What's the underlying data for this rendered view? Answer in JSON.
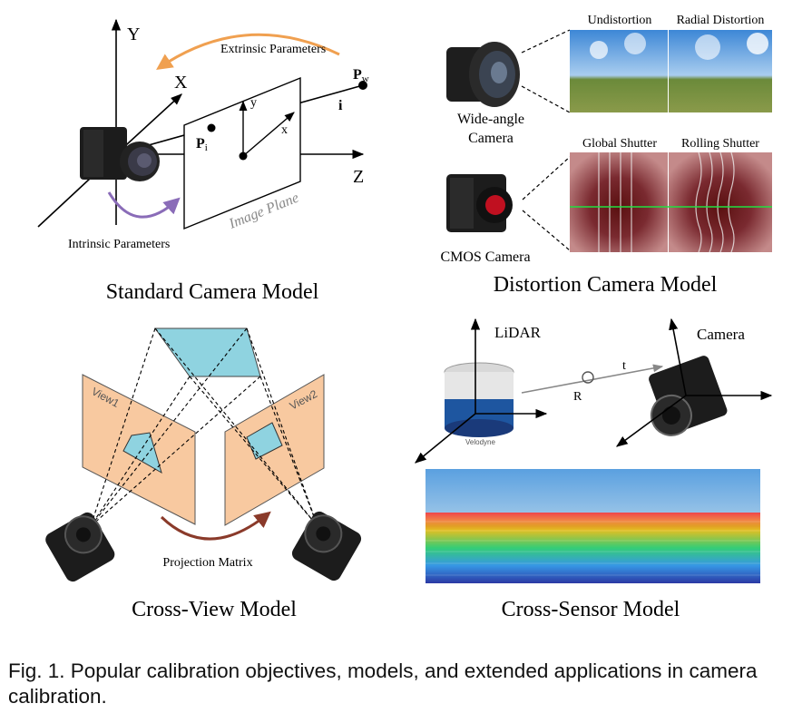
{
  "standard": {
    "title": "Standard Camera Model",
    "axis_y": "Y",
    "axis_x": "X",
    "axis_z": "Z",
    "extrinsic": "Extrinsic Parameters",
    "intrinsic": "Intrinsic Parameters",
    "image_plane": "Image Plane",
    "pw_main": "P",
    "pw_sub": "w",
    "pi_main": "P",
    "pi_sub": "i",
    "i_label": "i",
    "small_y": "y",
    "small_x": "x"
  },
  "distortion": {
    "title": "Distortion Camera Model",
    "undistortion": "Undistortion",
    "radial": "Radial Distortion",
    "wide_angle_1": "Wide-angle",
    "wide_angle_2": "Camera",
    "global_shutter": "Global Shutter",
    "rolling_shutter": "Rolling Shutter",
    "cmos": "CMOS Camera"
  },
  "crossview": {
    "title": "Cross-View Model",
    "view1": "View1",
    "view2": "View2",
    "projection": "Projection Matrix"
  },
  "crosssensor": {
    "title": "Cross-Sensor Model",
    "lidar": "LiDAR",
    "camera": "Camera",
    "t_label": "t",
    "r_label": "R",
    "velodyne": "Velodyne"
  },
  "caption": "Fig. 1. Popular calibration objectives, models, and extended applications in camera calibration.",
  "colors": {
    "extrinsic_arrow": "#f0a050",
    "intrinsic_arrow": "#8a6cb8",
    "projection_arrow": "#8a3a2a",
    "view_plane": "#f8c9a0",
    "top_plane": "#8fd3e0"
  }
}
